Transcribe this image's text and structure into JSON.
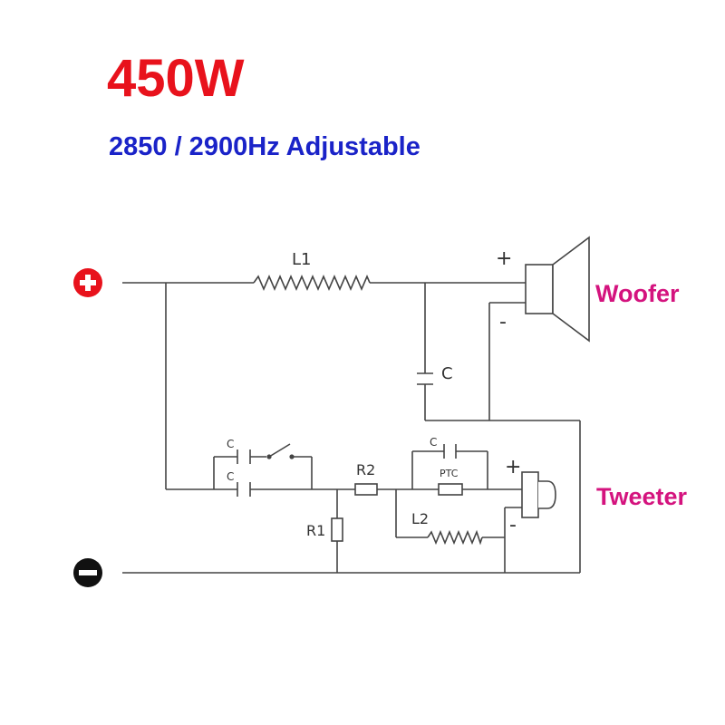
{
  "header": {
    "title": "450W",
    "subtitle": "2850 / 2900Hz Adjustable"
  },
  "colors": {
    "title": "#e8121c",
    "subtitle": "#1a23c8",
    "speaker_label": "#d4137e",
    "positive_terminal": "#e8121c",
    "negative_terminal": "#111111",
    "wire": "#444444"
  },
  "terminals": {
    "positive_icon": "plus-circle-icon",
    "negative_icon": "minus-circle-icon"
  },
  "components": {
    "L1": "L1",
    "C_woofer": "C",
    "C_top": "C",
    "C_bottom": "C",
    "R2": "R2",
    "R1": "R1",
    "C_ptc": "C",
    "PTC": "PTC",
    "L2": "L2"
  },
  "speakers": {
    "woofer": {
      "label": "Woofer",
      "plus": "+",
      "minus": "-"
    },
    "tweeter": {
      "label": "Tweeter",
      "plus": "+",
      "minus": "-"
    }
  }
}
